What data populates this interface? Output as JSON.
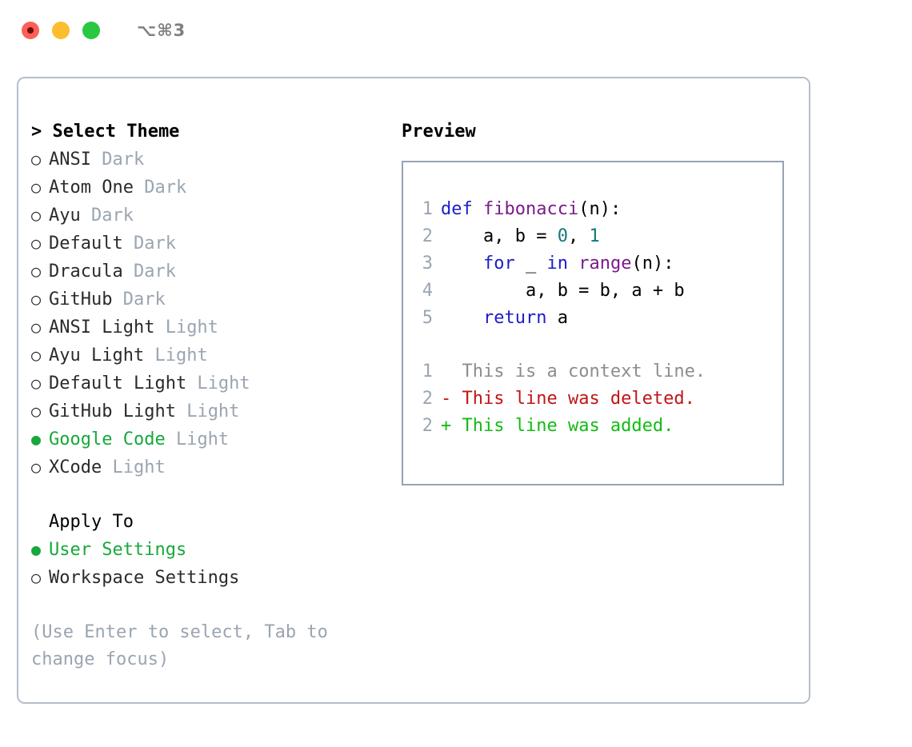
{
  "window": {
    "shortcut_label": "⌥⌘3",
    "traffic_lights": {
      "close_label": "●",
      "minimize_label": "●",
      "maximize_label": "●"
    }
  },
  "theme_picker": {
    "header": "> Select Theme",
    "bullet_off": "○",
    "bullet_on": "●",
    "items": [
      {
        "name": "ANSI",
        "variant": "Dark",
        "selected": false
      },
      {
        "name": "Atom One",
        "variant": "Dark",
        "selected": false
      },
      {
        "name": "Ayu",
        "variant": "Dark",
        "selected": false
      },
      {
        "name": "Default",
        "variant": "Dark",
        "selected": false
      },
      {
        "name": "Dracula",
        "variant": "Dark",
        "selected": false
      },
      {
        "name": "GitHub",
        "variant": "Dark",
        "selected": false
      },
      {
        "name": "ANSI Light",
        "variant": "Light",
        "selected": false
      },
      {
        "name": "Ayu Light",
        "variant": "Light",
        "selected": false
      },
      {
        "name": "Default Light",
        "variant": "Light",
        "selected": false
      },
      {
        "name": "GitHub Light",
        "variant": "Light",
        "selected": false
      },
      {
        "name": "Google Code",
        "variant": "Light",
        "selected": true
      },
      {
        "name": "XCode",
        "variant": "Light",
        "selected": false
      }
    ]
  },
  "apply_to": {
    "header": "Apply To",
    "items": [
      {
        "name": "User Settings",
        "selected": true
      },
      {
        "name": "Workspace Settings",
        "selected": false
      }
    ]
  },
  "hint": "(Use Enter to select, Tab to change focus)",
  "preview": {
    "title": "Preview",
    "code_lines": [
      {
        "no": "1",
        "tokens": [
          {
            "t": "def ",
            "c": "kw"
          },
          {
            "t": "fibonacci",
            "c": "fn"
          },
          {
            "t": "(n):",
            "c": "pl"
          }
        ]
      },
      {
        "no": "2",
        "tokens": [
          {
            "t": "    a, b = ",
            "c": "pl"
          },
          {
            "t": "0",
            "c": "num"
          },
          {
            "t": ", ",
            "c": "pl"
          },
          {
            "t": "1",
            "c": "num"
          }
        ]
      },
      {
        "no": "3",
        "tokens": [
          {
            "t": "    ",
            "c": "pl"
          },
          {
            "t": "for",
            "c": "kw"
          },
          {
            "t": " _ ",
            "c": "pl"
          },
          {
            "t": "in",
            "c": "kw"
          },
          {
            "t": " ",
            "c": "pl"
          },
          {
            "t": "range",
            "c": "fn"
          },
          {
            "t": "(n):",
            "c": "pl"
          }
        ]
      },
      {
        "no": "4",
        "tokens": [
          {
            "t": "        a, b = b, a + b",
            "c": "pl"
          }
        ]
      },
      {
        "no": "5",
        "tokens": [
          {
            "t": "    ",
            "c": "pl"
          },
          {
            "t": "return",
            "c": "kw"
          },
          {
            "t": " a",
            "c": "pl"
          }
        ]
      }
    ],
    "diff_lines": [
      {
        "no": "1",
        "marker": "  ",
        "text": "This is a context line.",
        "kind": "ctx"
      },
      {
        "no": "2",
        "marker": "- ",
        "text": "This line was deleted.",
        "kind": "del"
      },
      {
        "no": "2",
        "marker": "+ ",
        "text": "This line was added.",
        "kind": "add"
      }
    ]
  },
  "colors": {
    "accent_green": "#17a83a",
    "muted": "#9aa5b1",
    "border": "#b6bfcb",
    "preview_border": "#97a3b2",
    "keyword": "#1d1dc9",
    "function": "#7b1b8b",
    "number": "#0f7a78",
    "diff_deleted": "#c01616",
    "diff_added": "#12bb12",
    "diff_context": "#8d8d8d",
    "traffic_close": "#fc6058",
    "traffic_minimize": "#fcbd2e",
    "traffic_maximize": "#28c840"
  }
}
